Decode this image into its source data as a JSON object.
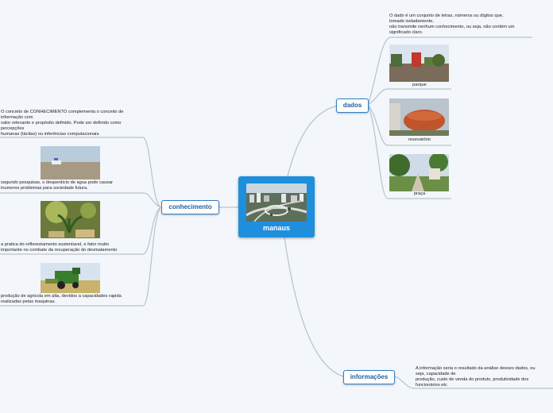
{
  "central": {
    "title": "manaus",
    "image": "city-aerial-image"
  },
  "branches": {
    "dados": {
      "label": "dados",
      "note": "O dado é um conjunto de letras, números ou dígitos que,\ntomado isoladamente,\nnão transmite nenhum conhecimento, ou seja, não contém um\nsignificado claro.",
      "images": [
        {
          "caption": "parque",
          "icon": "park-photo"
        },
        {
          "caption": "resevatório",
          "icon": "reservoir-photo"
        },
        {
          "caption": "praça",
          "icon": "square-photo"
        }
      ]
    },
    "conhecimento": {
      "label": "conhecimento",
      "items": [
        {
          "text": "O conceito de CONHECIMENTO complementa o conceito de\ninformação com\nvalor relevante e propósito definido. Pode ser definido como\npercepções\nhumanas (tácitas) ou inferências computacionais."
        },
        {
          "text": "segundo pesquisas, o desperdicio de agua pode causar\ninumeros problemas para sociedade futura.",
          "icon": "water-boat-photo"
        },
        {
          "text": "a pratica do reflorestamento sustentavel, e fator muito\nimportante no combate da  recuperação do desmatamento",
          "icon": "seedling-photo"
        },
        {
          "text": "produção de agricola em alta, devidos a capacidades rapida\nrealizadas pelas maquinas.",
          "icon": "harvester-photo"
        }
      ]
    },
    "informacoes": {
      "label": "informações",
      "note": "A informação seria o resultado da análise desses dados, ou\nseja, capacidade de\nprodução, custo de venda do produto, produtividade dos\nfuncionários etc"
    }
  },
  "colors": {
    "central": "#1e8fdc",
    "topic_border": "#2f7fc6",
    "topic_text": "#1f5f9e",
    "connector": "#b9c2cc"
  }
}
